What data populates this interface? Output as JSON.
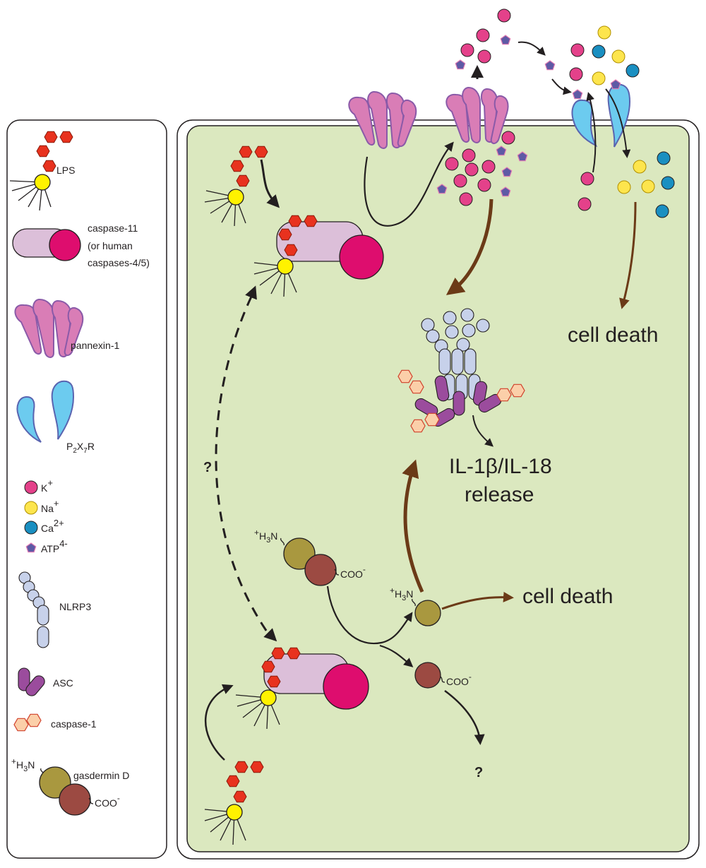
{
  "legend": {
    "lps": "LPS",
    "caspase11_line1": "caspase-11",
    "caspase11_line2": "(or human",
    "caspase11_line3": "caspases-4/5)",
    "pannexin": "pannexin-1",
    "p2x7r": {
      "p1": "P",
      "s1": "2",
      "p2": "X",
      "s2": "7",
      "p3": "R"
    },
    "k": {
      "base": "K",
      "sup": "+"
    },
    "na": {
      "base": "Na",
      "sup": "+"
    },
    "ca": {
      "base": "Ca",
      "sup": "2+"
    },
    "atp": {
      "base": "ATP",
      "sup": "4-"
    },
    "nlrp3": "NLRP3",
    "asc": "ASC",
    "caspase1": "caspase-1",
    "gsdmd": "gasdermin D",
    "h3n": {
      "plus": "+",
      "h": "H",
      "sub": "3",
      "n": "N"
    },
    "coo": {
      "base": "COO",
      "sup": "-"
    }
  },
  "cell": {
    "il_line1": "IL-1β/IL-18",
    "il_line2": "release",
    "cell_death_top": "cell death",
    "cell_death_mid": "cell death",
    "question_left": "?",
    "question_bottom": "?",
    "h3n": {
      "plus": "+",
      "h": "H",
      "sub": "3",
      "n": "N"
    },
    "coo": {
      "base": "COO",
      "sup": "-"
    }
  },
  "colors": {
    "cytoplasm": "#dbe8bf",
    "potassium": "#e4418a",
    "sodium": "#fde54d",
    "calcium": "#1a8fc1",
    "atp": "#5e5aa5",
    "lps_hex": "#e8321e",
    "lipid_a": "#fff200",
    "caspase11_body": "#dcbfd9",
    "caspase11_head": "#de0d6e",
    "pannexin": "#d97db6",
    "p2x7r": "#6ccbef",
    "nlrp3": "#c7d1ea",
    "asc": "#9b4c9d",
    "caspase1": "#fbcfa9",
    "gsdmd_n": "#a9983f",
    "gsdmd_c": "#9c4a42",
    "brown_arrow": "#6b3a17"
  }
}
